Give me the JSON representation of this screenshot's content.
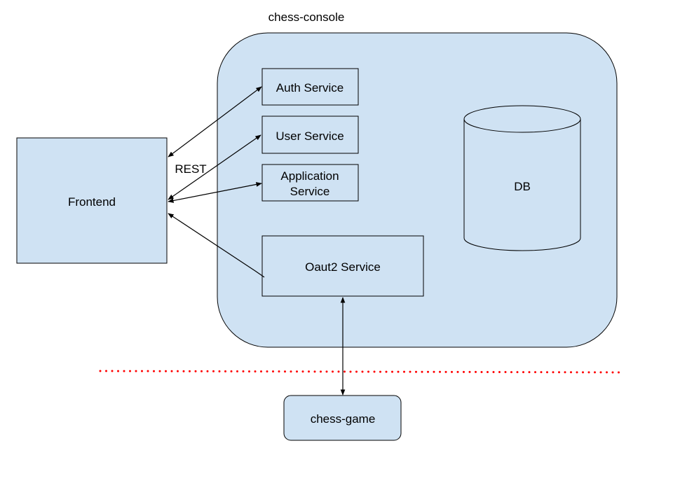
{
  "diagram": {
    "container_label": "chess-console",
    "frontend_label": "Frontend",
    "rest_label": "REST",
    "auth_label": "Auth Service",
    "user_label": "User Service",
    "application_label_line1": "Application",
    "application_label_line2": "Service",
    "oauth_label": "Oaut2 Service",
    "db_label": "DB",
    "chess_game_label": "chess-game"
  },
  "colors": {
    "box_fill": "#cfe2f3",
    "stroke": "#000000",
    "boundary_dots": "#ff0000",
    "background": "#ffffff"
  }
}
